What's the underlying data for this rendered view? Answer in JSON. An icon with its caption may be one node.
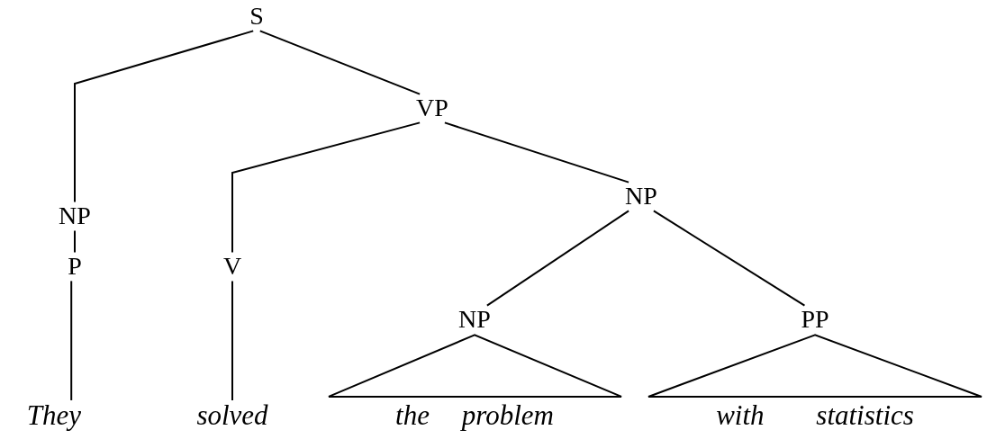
{
  "diagram": {
    "nodes": [
      {
        "text": [
          "S"
        ]
      },
      {
        "text": [
          "NP"
        ]
      },
      {
        "text": [
          "P"
        ]
      },
      {
        "text": [
          "They"
        ]
      },
      {
        "text": [
          "VP"
        ]
      },
      {
        "text": [
          "V"
        ]
      },
      {
        "text": [
          "solved"
        ]
      },
      {
        "text": [
          "NP"
        ]
      },
      {
        "text": [
          "NP"
        ]
      },
      {
        "text": [
          "the problem"
        ]
      },
      {
        "text": [
          "PP"
        ]
      },
      {
        "text": [
          "with statistics"
        ]
      }
    ],
    "edges": [
      {
        "from": 0,
        "to": 1,
        "arrow": "none"
      },
      {
        "from": 0,
        "to": 4,
        "arrow": "none"
      },
      {
        "from": 1,
        "to": 2,
        "arrow": "none"
      },
      {
        "from": 2,
        "to": 3,
        "arrow": "none"
      },
      {
        "from": 4,
        "to": 5,
        "arrow": "none"
      },
      {
        "from": 4,
        "to": 7,
        "arrow": "none"
      },
      {
        "from": 5,
        "to": 6,
        "arrow": "none"
      },
      {
        "from": 7,
        "to": 8,
        "arrow": "none"
      },
      {
        "from": 7,
        "to": 10,
        "arrow": "none"
      },
      {
        "from": 8,
        "to": 9,
        "arrow": "none"
      },
      {
        "from": 10,
        "to": 11,
        "arrow": "none"
      }
    ]
  }
}
